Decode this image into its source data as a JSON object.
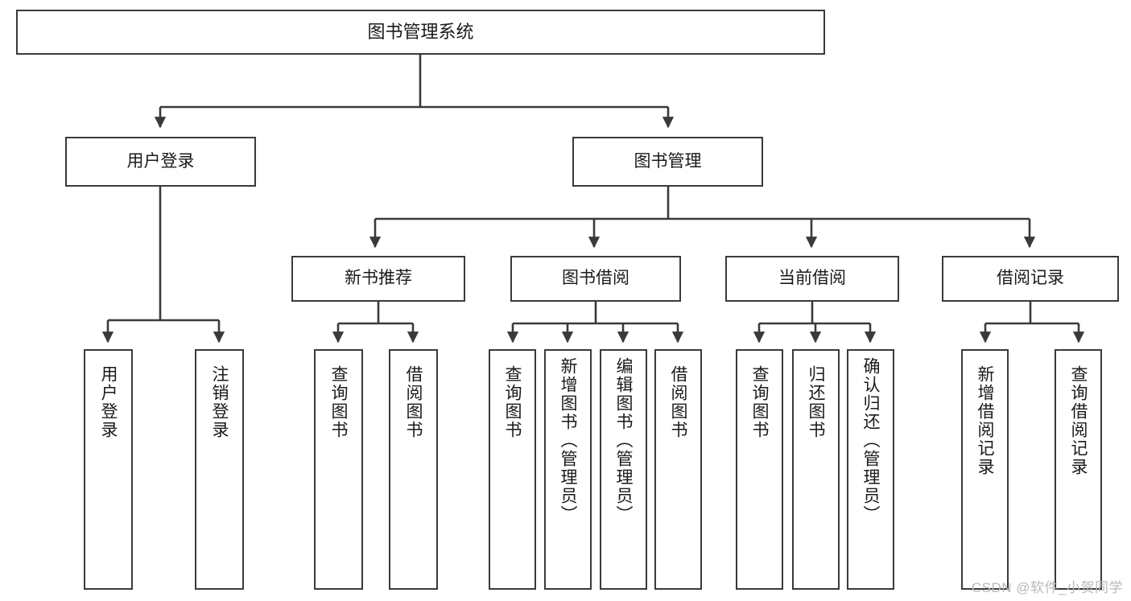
{
  "diagram": {
    "title": "图书管理系统",
    "type": "functional-structure-tree",
    "root": {
      "id": "root",
      "label": "图书管理系统"
    },
    "level2": [
      {
        "id": "user-login",
        "label": "用户登录"
      },
      {
        "id": "book-manage",
        "label": "图书管理"
      }
    ],
    "level3": [
      {
        "id": "new-book-rec",
        "label": "新书推荐"
      },
      {
        "id": "book-borrow",
        "label": "图书借阅"
      },
      {
        "id": "current-borrow",
        "label": "当前借阅"
      },
      {
        "id": "borrow-record",
        "label": "借阅记录"
      }
    ],
    "leaves": [
      {
        "id": "leaf-user-login",
        "label": "用户登录",
        "parent": "user-login"
      },
      {
        "id": "leaf-user-logout",
        "label": "注销登录",
        "parent": "user-login"
      },
      {
        "id": "leaf-query-book-1",
        "label": "查询图书",
        "parent": "new-book-rec"
      },
      {
        "id": "leaf-borrow-book-1",
        "label": "借阅图书",
        "parent": "new-book-rec"
      },
      {
        "id": "leaf-query-book-2",
        "label": "查询图书",
        "parent": "book-borrow"
      },
      {
        "id": "leaf-add-book",
        "label": "新增图书（管理员）",
        "parent": "book-borrow"
      },
      {
        "id": "leaf-edit-book",
        "label": "编辑图书（管理员）",
        "parent": "book-borrow"
      },
      {
        "id": "leaf-borrow-book-2",
        "label": "借阅图书",
        "parent": "book-borrow"
      },
      {
        "id": "leaf-query-book-3",
        "label": "查询图书",
        "parent": "current-borrow"
      },
      {
        "id": "leaf-return-book",
        "label": "归还图书",
        "parent": "current-borrow"
      },
      {
        "id": "leaf-confirm-return",
        "label": "确认归还（管理员）",
        "parent": "current-borrow"
      },
      {
        "id": "leaf-add-record",
        "label": "新增借阅记录",
        "parent": "borrow-record"
      },
      {
        "id": "leaf-query-record",
        "label": "查询借阅记录",
        "parent": "borrow-record"
      }
    ],
    "watermark": "CSDN @软件_小贺同学",
    "colors": {
      "box_border": "#3a3a3a",
      "box_fill": "#ffffff",
      "edge": "#3a3a3a",
      "text": "#1a1a1a",
      "watermark": "#b9b9b9",
      "background": "#ffffff"
    }
  }
}
